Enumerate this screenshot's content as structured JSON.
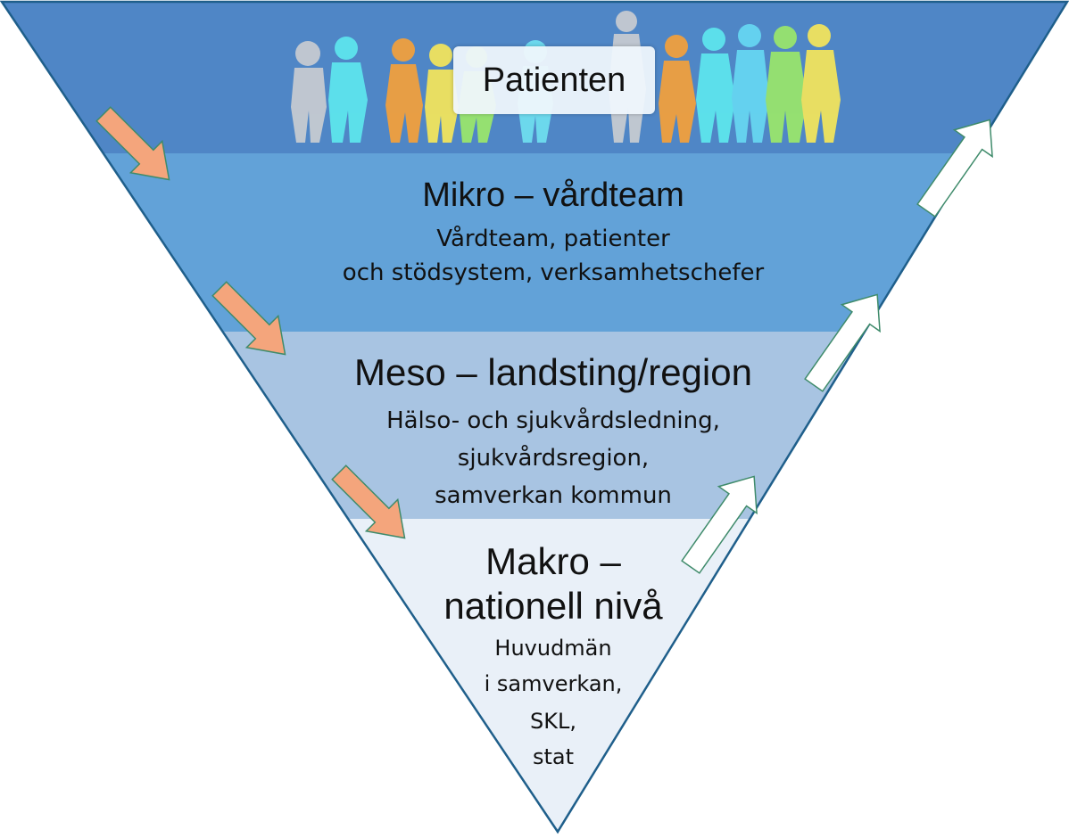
{
  "patient": {
    "label": "Patienten"
  },
  "levels": [
    {
      "title": "Mikro – vårdteam",
      "lines": [
        "Vårdteam, patienter",
        "och stödsystem, verksamhetschefer"
      ]
    },
    {
      "title": "Meso – landsting/region",
      "lines": [
        "Hälso- och sjukvårdsledning,",
        "sjukvårdsregion,",
        "samverkan kommun"
      ]
    },
    {
      "title_lines": [
        "Makro –",
        "nationell nivå"
      ],
      "lines": [
        "Huvudmän",
        "i samverkan,",
        "SKL,",
        "stat"
      ]
    }
  ],
  "colors": {
    "patient_band": "#4f86c6",
    "mikro_band": "#62a2d8",
    "meso_band": "#a8c4e2",
    "makro_band": "#e9f0f8",
    "down_arrow": "#f4a57c",
    "up_arrow": "#ffffff",
    "arrow_outline": "#3f8b6b",
    "triangle_outline": "#1f5f8b"
  },
  "icons": {
    "crowd": "people-silhouettes-icon",
    "down_arrows": "arrow-down-right-icon",
    "up_arrows": "arrow-up-right-icon"
  }
}
